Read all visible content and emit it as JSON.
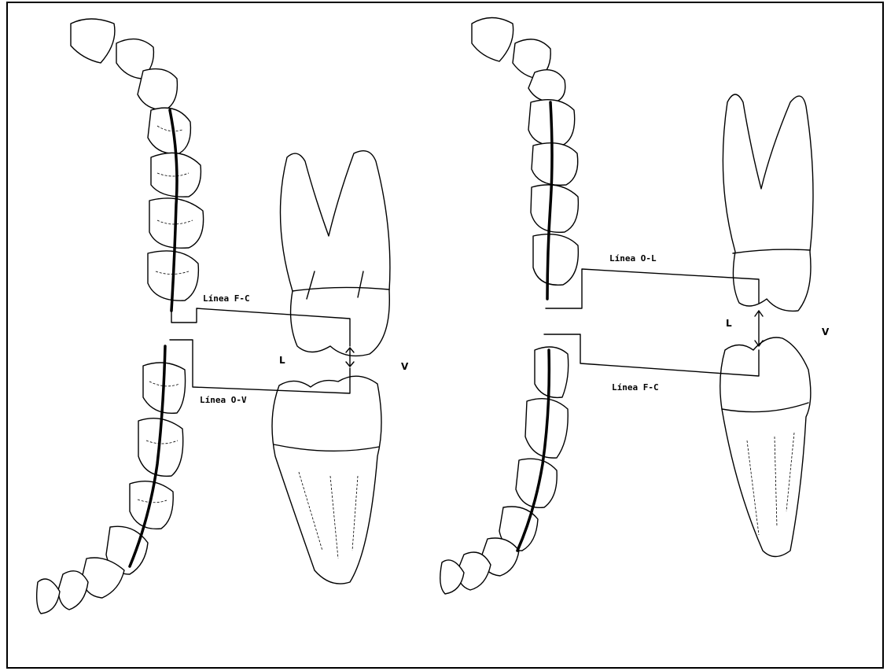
{
  "panels": [
    {
      "id": "left",
      "labels": {
        "line_upper": "Línea F-C",
        "line_lower": "Línea O-V",
        "side_l": "L",
        "side_v": "V"
      }
    },
    {
      "id": "right",
      "labels": {
        "line_upper": "Línea O-L",
        "line_lower": "Línea F-C",
        "side_l": "L",
        "side_v": "V"
      }
    }
  ]
}
